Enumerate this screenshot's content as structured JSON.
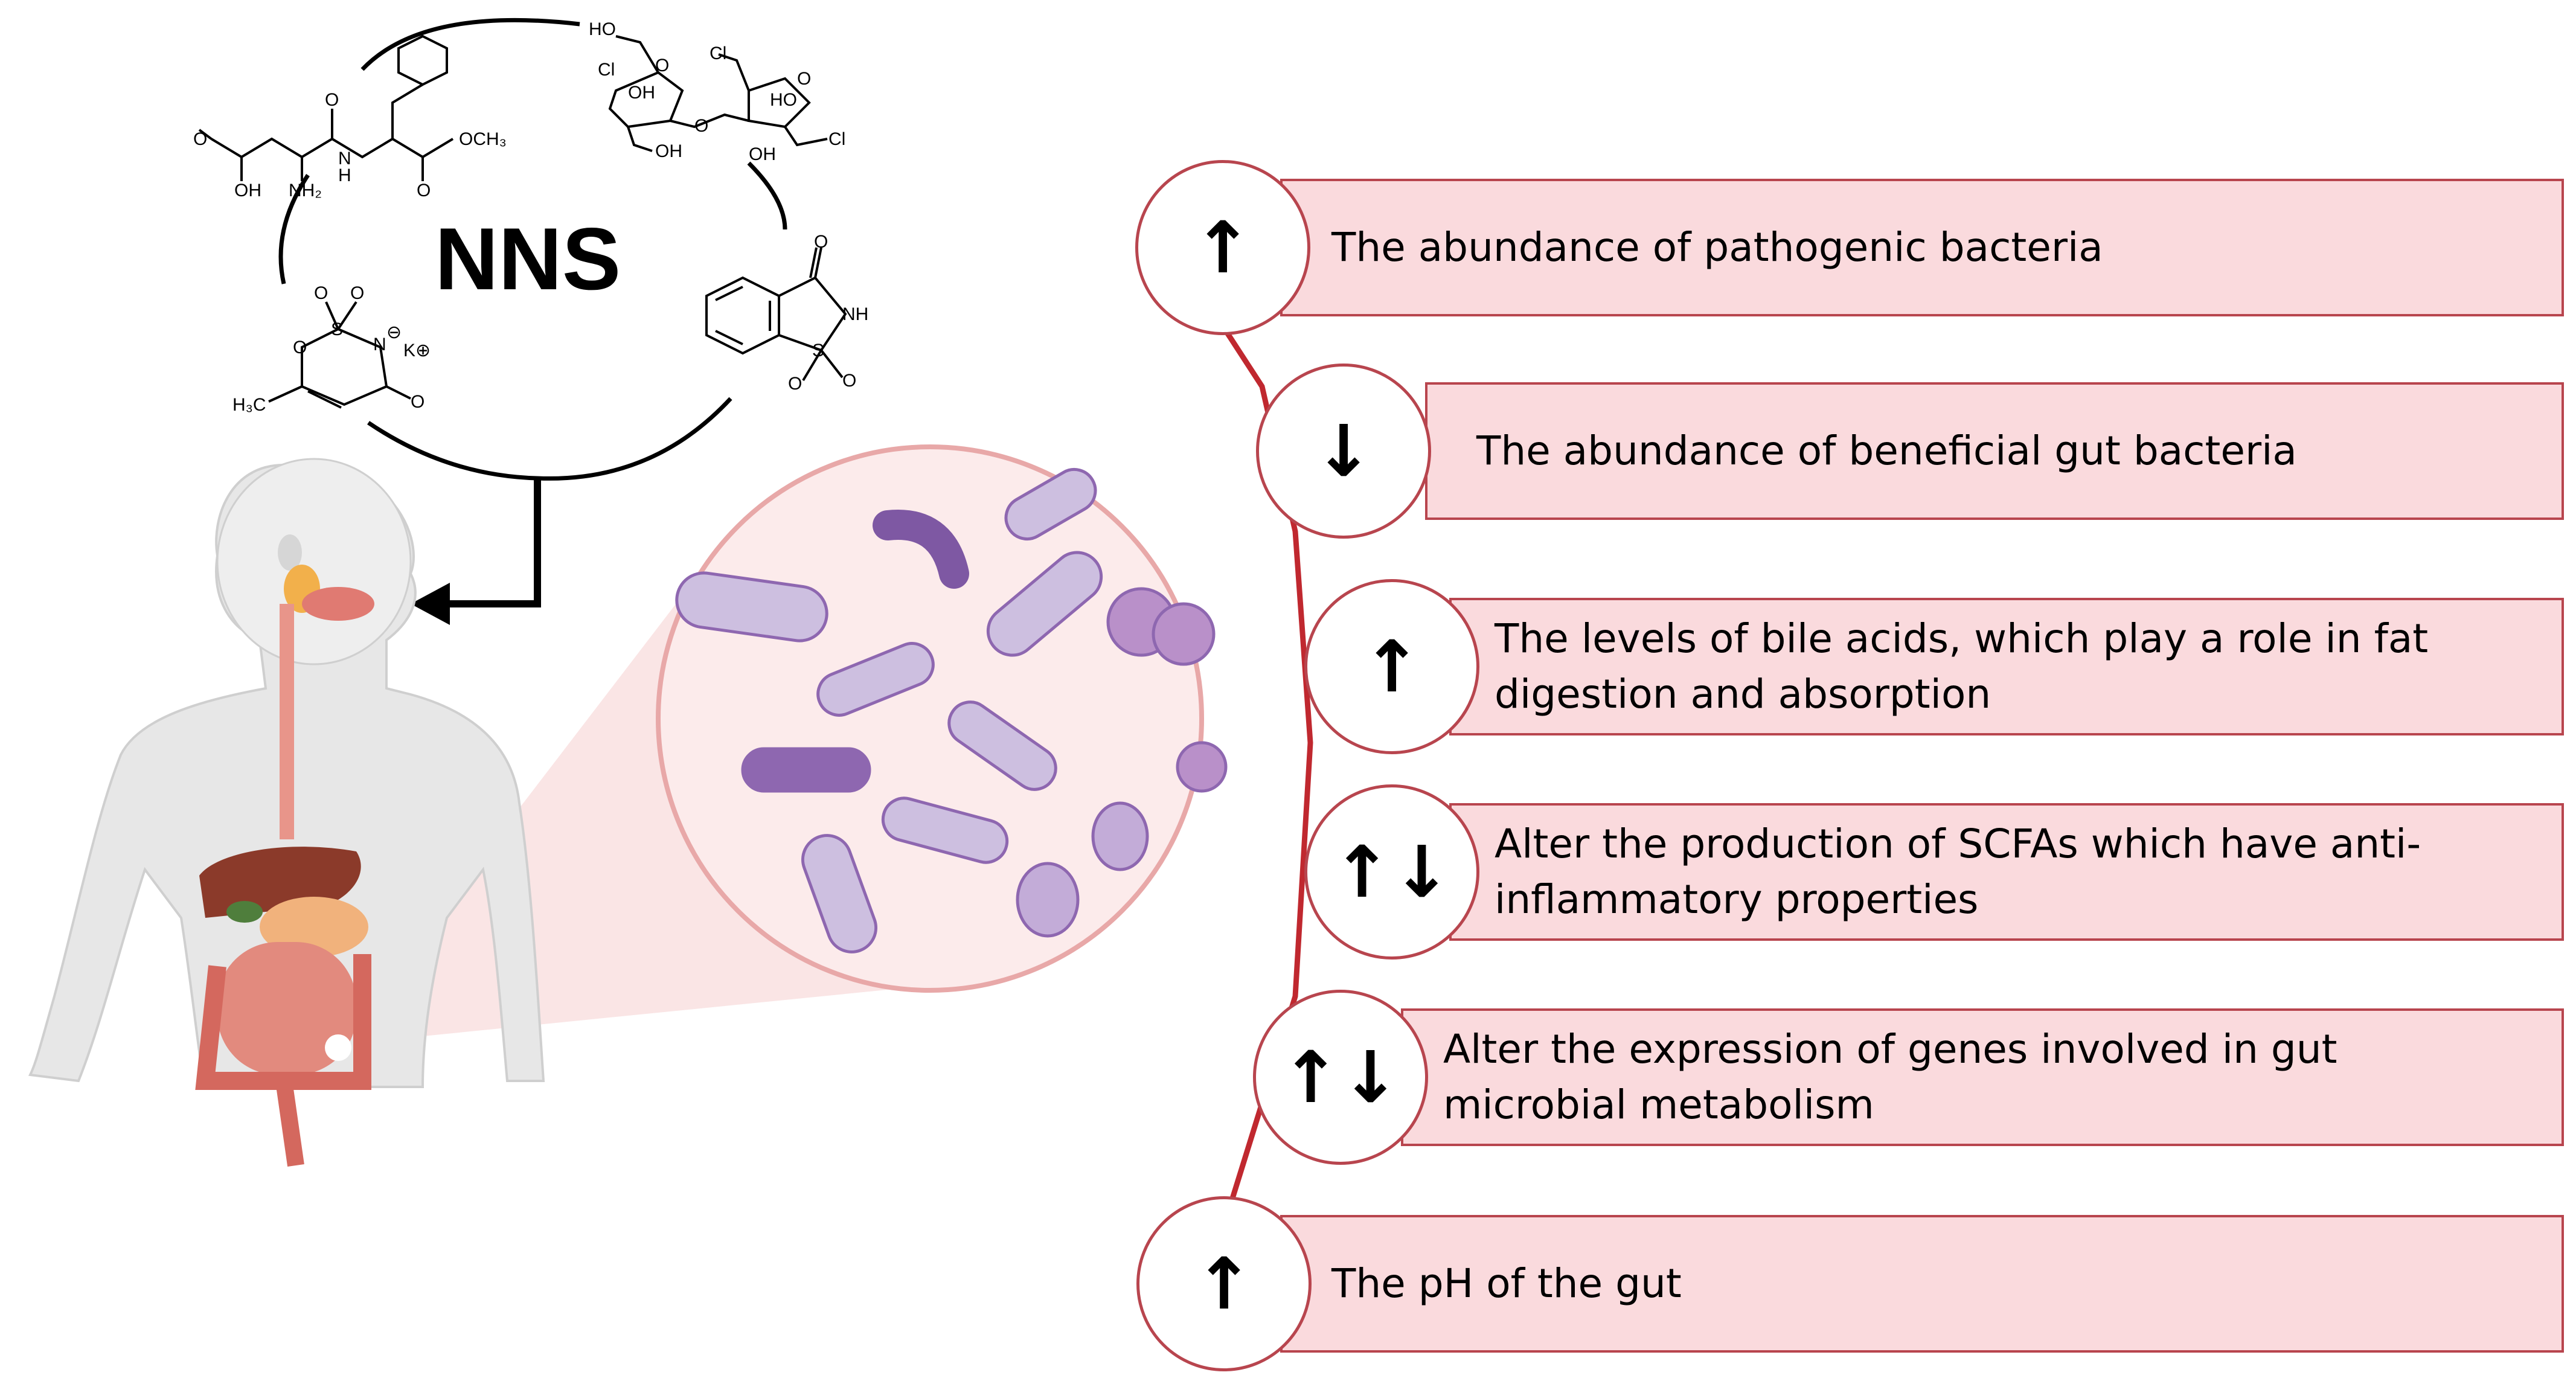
{
  "center_label": "NNS",
  "chemistry_labels": {
    "aspartame": [
      "O",
      "OH",
      "NH₂",
      "N",
      "H",
      "O",
      "OCH₃",
      "O"
    ],
    "sucralose": [
      "HO",
      "Cl",
      "O",
      "OH",
      "OH",
      "O",
      "Cl",
      "O",
      "HO",
      "OH",
      "Cl"
    ],
    "saccharin": [
      "O",
      "NH",
      "S",
      "O",
      "O"
    ],
    "acesulfame": [
      "O",
      "O",
      "O",
      "S",
      "N",
      "⊖",
      "K⊕",
      "H₃C",
      "O"
    ]
  },
  "effects": [
    {
      "symbol": "↑",
      "text": [
        "The abundance of pathogenic bacteria"
      ]
    },
    {
      "symbol": "↓",
      "text": [
        "The abundance of beneficial gut bacteria"
      ]
    },
    {
      "symbol": "↑",
      "text": [
        "The levels of bile acids, which play a role in fat",
        "digestion and absorption"
      ]
    },
    {
      "symbol": "↑↓",
      "text": [
        "Alter the production of SCFAs which have anti-",
        "inflammatory properties"
      ]
    },
    {
      "symbol": "↑↓",
      "text": [
        "Alter the expression of genes involved in gut",
        "microbial metabolism"
      ]
    },
    {
      "symbol": "↑",
      "text": [
        "The pH of the gut"
      ]
    }
  ],
  "colors": {
    "box_fill": "#fadadd",
    "box_border": "#b8454e",
    "connector": "#c0282f",
    "body_fill": "#e7e7e7",
    "microbe_purple": "#8e67b0",
    "microbe_light": "#cdbfe0"
  }
}
